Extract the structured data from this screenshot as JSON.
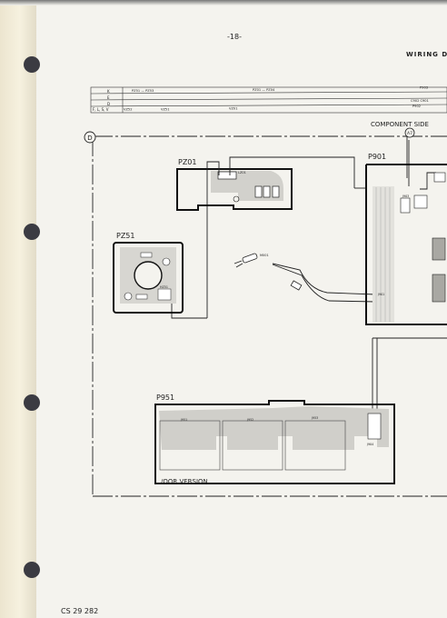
{
  "page_number": "-18-",
  "header_title": "WIRING DIA",
  "footer_code": "CS 29 282",
  "variant_table": {
    "rows": [
      {
        "key": "K",
        "cells": [
          "PZ51 — PZ53",
          "PZ01 — PZ04",
          "P903"
        ]
      },
      {
        "key": "E",
        "cells": [
          "",
          "",
          ""
        ]
      },
      {
        "key": "D",
        "cells": [
          "",
          "",
          "C902  C901"
        ]
      },
      {
        "key": "F, L, S, V",
        "cells": [
          "VZ52",
          "VZ51",
          "VZ01",
          "P902"
        ]
      }
    ]
  },
  "frame_label": "D",
  "component_side_label": "COMPONENT  SIDE",
  "marker_a7": "A7",
  "boards": {
    "pz01": {
      "label": "PZ01"
    },
    "p901": {
      "label": "P901"
    },
    "pz51": {
      "label": "PZ51"
    },
    "p951": {
      "label": "P951",
      "caption": "/OOR  VERSION"
    }
  },
  "small_labels": {
    "lz01": "LZ01",
    "m001": "M001",
    "hz51": "HZ51",
    "j951": "J951",
    "j952": "J952",
    "j953": "J953",
    "j904": "J904",
    "j903": "J903",
    "j901": "J901"
  }
}
